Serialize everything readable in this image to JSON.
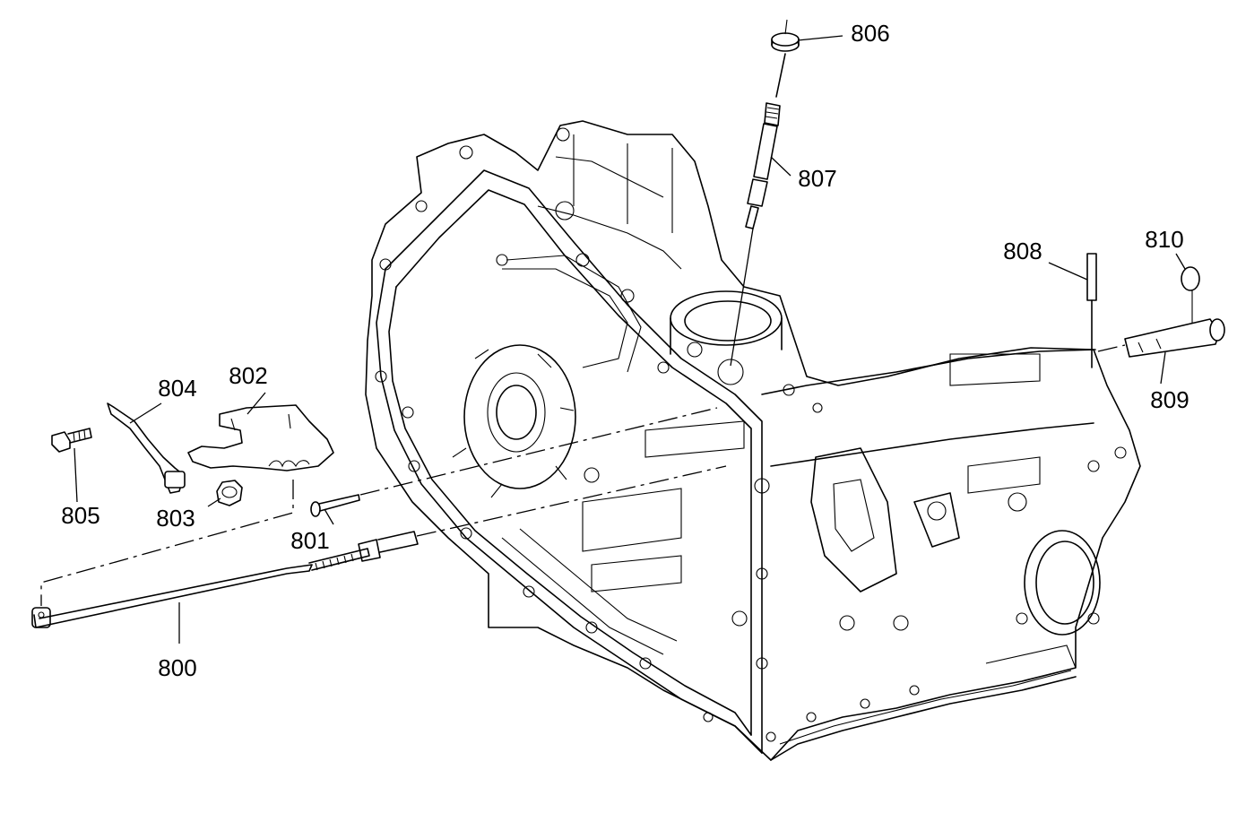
{
  "callouts": {
    "c800": "800",
    "c801": "801",
    "c802": "802",
    "c803": "803",
    "c804": "804",
    "c805": "805",
    "c806": "806",
    "c807": "807",
    "c808": "808",
    "c809": "809",
    "c810": "810"
  }
}
